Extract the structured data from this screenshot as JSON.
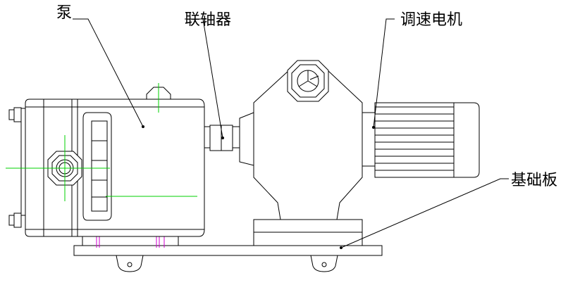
{
  "labels": {
    "pump": "泵",
    "coupling": "联轴器",
    "motor": "调速电机",
    "base": "基础板"
  },
  "colors": {
    "line": "#000000",
    "centerline": "#00d000",
    "hidden": "#d000d0",
    "background": "#ffffff"
  }
}
